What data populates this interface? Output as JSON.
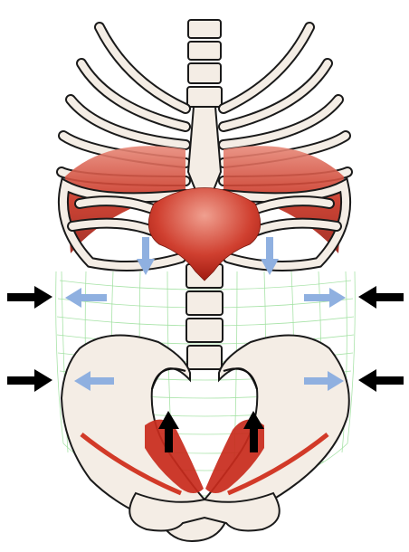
{
  "figure": {
    "colors": {
      "bone_fill": "#f4ede5",
      "bone_stroke": "#1a1a1a",
      "muscle_dark": "#c0281c",
      "muscle_light": "#e87a6a",
      "grid": "#9fe09f",
      "arrow_internal": "#8fb0e0",
      "arrow_external": "#000000"
    },
    "arrows": {
      "diaphragm_descent": "down",
      "abdominal_wall_expansion": "outward",
      "external_pressure": "inward",
      "pelvic_floor": "up"
    }
  }
}
